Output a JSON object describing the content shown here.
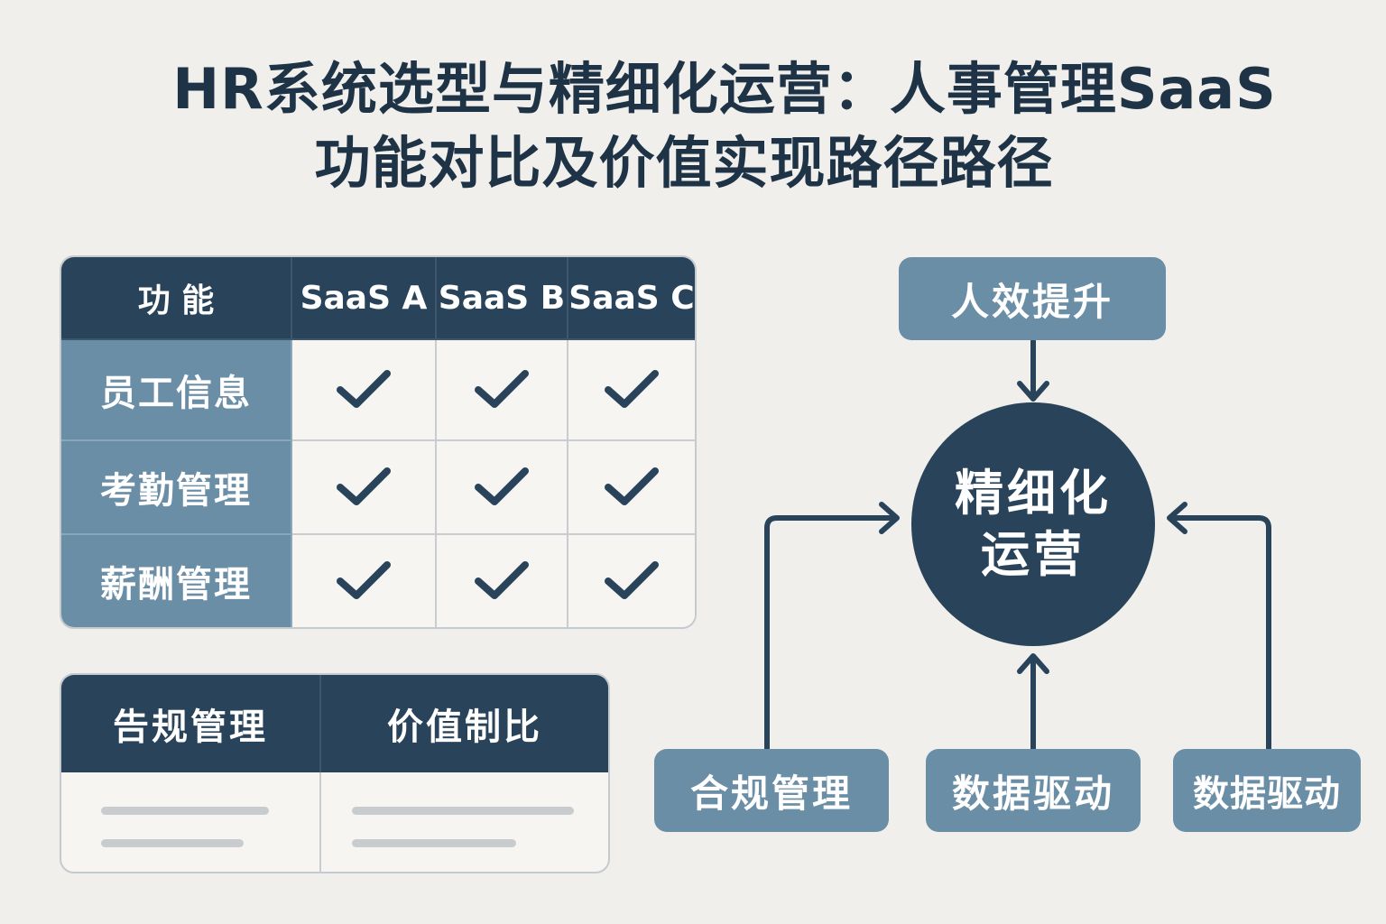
{
  "title": {
    "line1": "HR系统选型与精细化运营：人事管理SaaS",
    "line2": "功能对比及价值实现路径路径"
  },
  "comparison_table": {
    "headers": [
      "功 能",
      "SaaS A",
      "SaaS B",
      "SaaS C"
    ],
    "rows": [
      {
        "feature": "员工信息",
        "checks": [
          true,
          true,
          true
        ]
      },
      {
        "feature": "考勤管理",
        "checks": [
          true,
          true,
          true
        ]
      },
      {
        "feature": "薪酬管理",
        "checks": [
          true,
          true,
          true
        ]
      }
    ],
    "check_icon": "checkmark-icon"
  },
  "bottom_table": {
    "headers": [
      "告规管理",
      "价值制比"
    ]
  },
  "flow": {
    "top": "人效提升",
    "center_line1": "精细化",
    "center_line2": "运营",
    "bottom_left": "合规管理",
    "bottom_middle": "数据驱动",
    "bottom_right": "数据驱动"
  },
  "colors": {
    "dark": "#28435a",
    "mid": "#6b8ea7",
    "background": "#f1efeb",
    "title": "#1f3347"
  }
}
